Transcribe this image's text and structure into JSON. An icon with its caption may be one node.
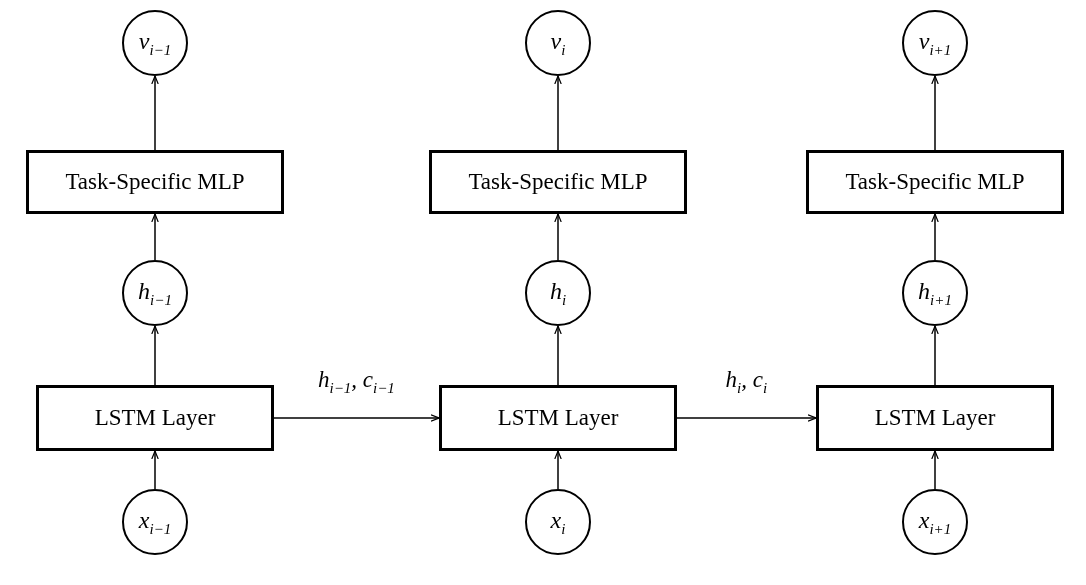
{
  "diagram": {
    "nodes": [
      {
        "text": [
          "v$_{i−1}$"
        ]
      },
      {
        "text": [
          "v$_{i}$"
        ]
      },
      {
        "text": [
          "v$_{i+1}$"
        ]
      },
      {
        "text": [
          "Task-Specific MLP"
        ]
      },
      {
        "text": [
          "Task-Specific MLP"
        ]
      },
      {
        "text": [
          "Task-Specific MLP"
        ]
      },
      {
        "text": [
          "h$_{i−1}$"
        ]
      },
      {
        "text": [
          "h$_{i}$"
        ]
      },
      {
        "text": [
          "h$_{i+1}$"
        ]
      },
      {
        "text": [
          "LSTM Layer"
        ]
      },
      {
        "text": [
          "LSTM Layer"
        ]
      },
      {
        "text": [
          "LSTM Layer"
        ]
      },
      {
        "text": [
          "x$_{i−1}$"
        ]
      },
      {
        "text": [
          "x$_{i}$"
        ]
      },
      {
        "text": [
          "x$_{i+1}$"
        ]
      }
    ],
    "edges": [
      {
        "from": 12,
        "to": 9,
        "arrow": "to"
      },
      {
        "from": 9,
        "to": 6,
        "arrow": "to"
      },
      {
        "from": 6,
        "to": 3,
        "arrow": "to"
      },
      {
        "from": 3,
        "to": 0,
        "arrow": "to"
      },
      {
        "from": 13,
        "to": 10,
        "arrow": "to"
      },
      {
        "from": 10,
        "to": 7,
        "arrow": "to"
      },
      {
        "from": 7,
        "to": 4,
        "arrow": "to"
      },
      {
        "from": 4,
        "to": 1,
        "arrow": "to"
      },
      {
        "from": 14,
        "to": 11,
        "arrow": "to"
      },
      {
        "from": 11,
        "to": 8,
        "arrow": "to"
      },
      {
        "from": 8,
        "to": 5,
        "arrow": "to"
      },
      {
        "from": 5,
        "to": 2,
        "arrow": "to"
      },
      {
        "from": 9,
        "to": 10,
        "label": "h$_{i−1}$, c$_{i−1}$",
        "arrow": "to"
      },
      {
        "from": 10,
        "to": 11,
        "label": "h$_{i}$, c$_{i}$",
        "arrow": "to"
      }
    ]
  }
}
